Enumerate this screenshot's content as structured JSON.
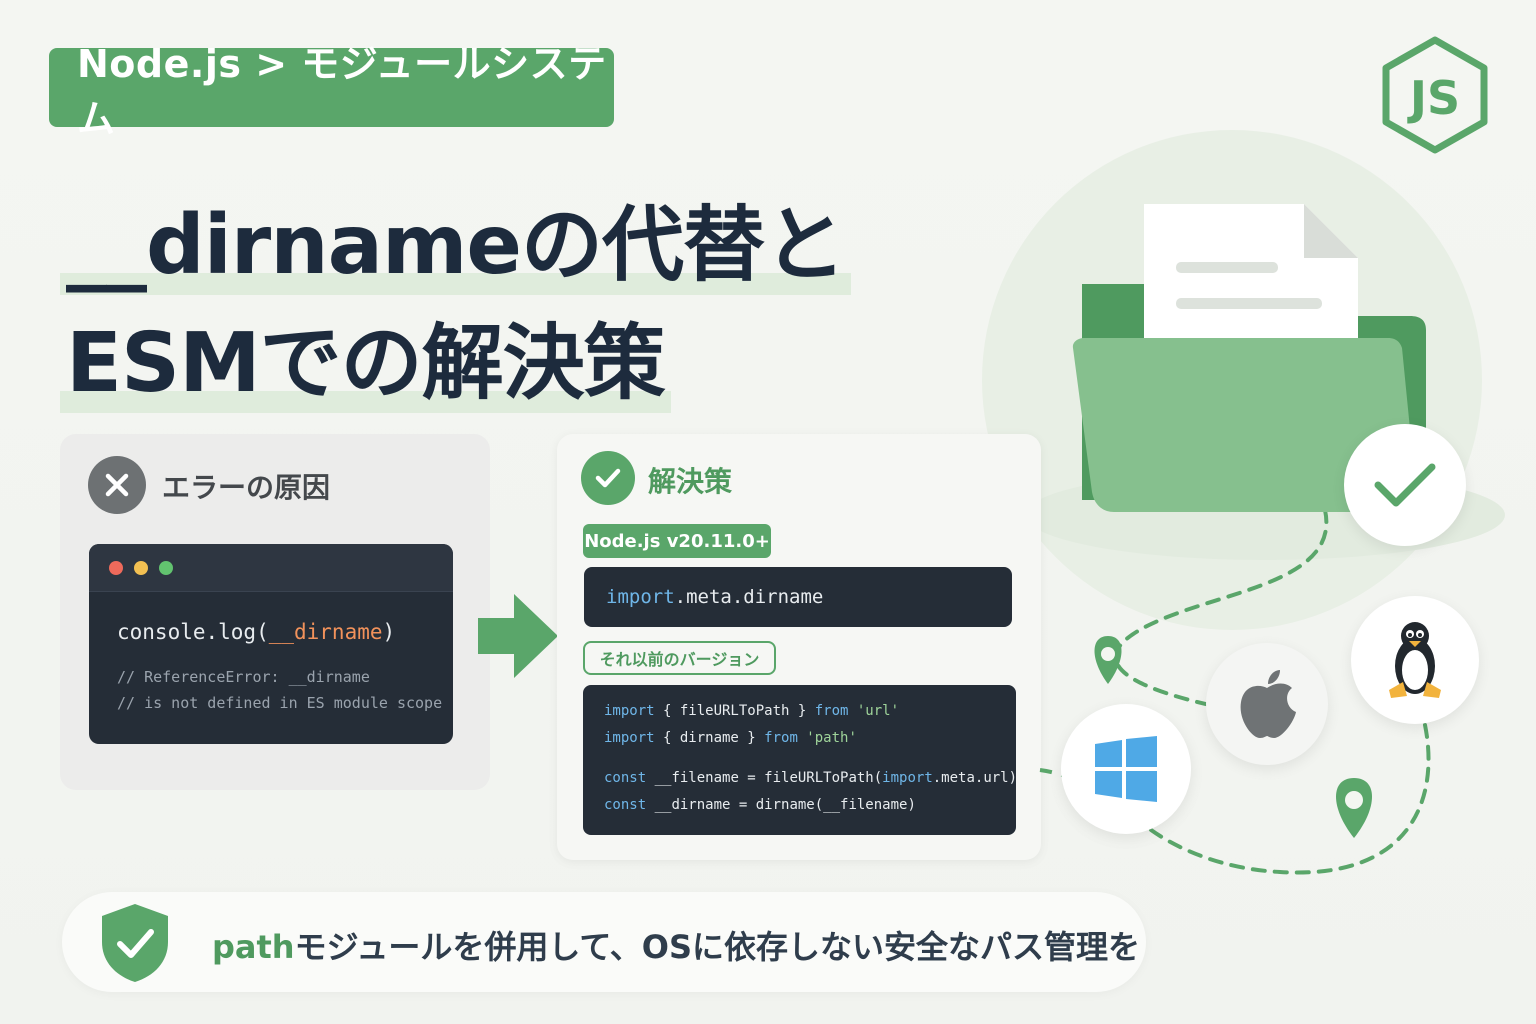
{
  "breadcrumb": "Node.js > モジュールシステム",
  "logo": {
    "icon": "nodejs-hexagon-icon",
    "text": "JS"
  },
  "title": {
    "line1": "__dirnameの代替と",
    "line2": "ESMでの解決策"
  },
  "error_panel": {
    "heading": "エラーの原因",
    "icon": "x-circle-icon",
    "code": {
      "prefix": "console.log(",
      "highlight": "__dirname",
      "suffix": ")"
    },
    "comment1": "// ReferenceError: __dirname",
    "comment2": "// is not defined in ES module scope"
  },
  "solution_panel": {
    "heading": "解決策",
    "icon": "check-circle-icon",
    "version_badge": "Node.js v20.11.0+",
    "modern_code": {
      "kw": "import",
      "rest": ".meta.dirname"
    },
    "old_badge": "それ以前のバージョン",
    "legacy": {
      "l1": {
        "a": "import",
        "b": " { fileURLToPath } ",
        "c": "from",
        "d": " 'url'"
      },
      "l2": {
        "a": "import",
        "b": " { dirname } ",
        "c": "from",
        "d": " 'path'"
      },
      "l3": {
        "a": "const",
        "b": " __filename = fileURLToPath(",
        "c": "import",
        "d": ".meta.url)"
      },
      "l4": {
        "a": "const",
        "b": " __dirname = dirname(__filename)"
      }
    }
  },
  "illustration": {
    "icons": [
      "folder-icon",
      "document-icon",
      "check-icon",
      "apple-icon",
      "linux-tux-icon",
      "windows-icon",
      "map-pin-icon"
    ]
  },
  "footer": {
    "icon": "shield-check-icon",
    "highlight": "path",
    "text": "モジュールを併用して、OSに依存しない安全なパス管理を"
  },
  "colors": {
    "accent": "#5aa66a",
    "dark_code_bg": "#252d37",
    "title_text": "#1d2b3d",
    "keyword": "#6fb6e8",
    "string": "#9fd49a",
    "error_highlight": "#f2925b"
  }
}
